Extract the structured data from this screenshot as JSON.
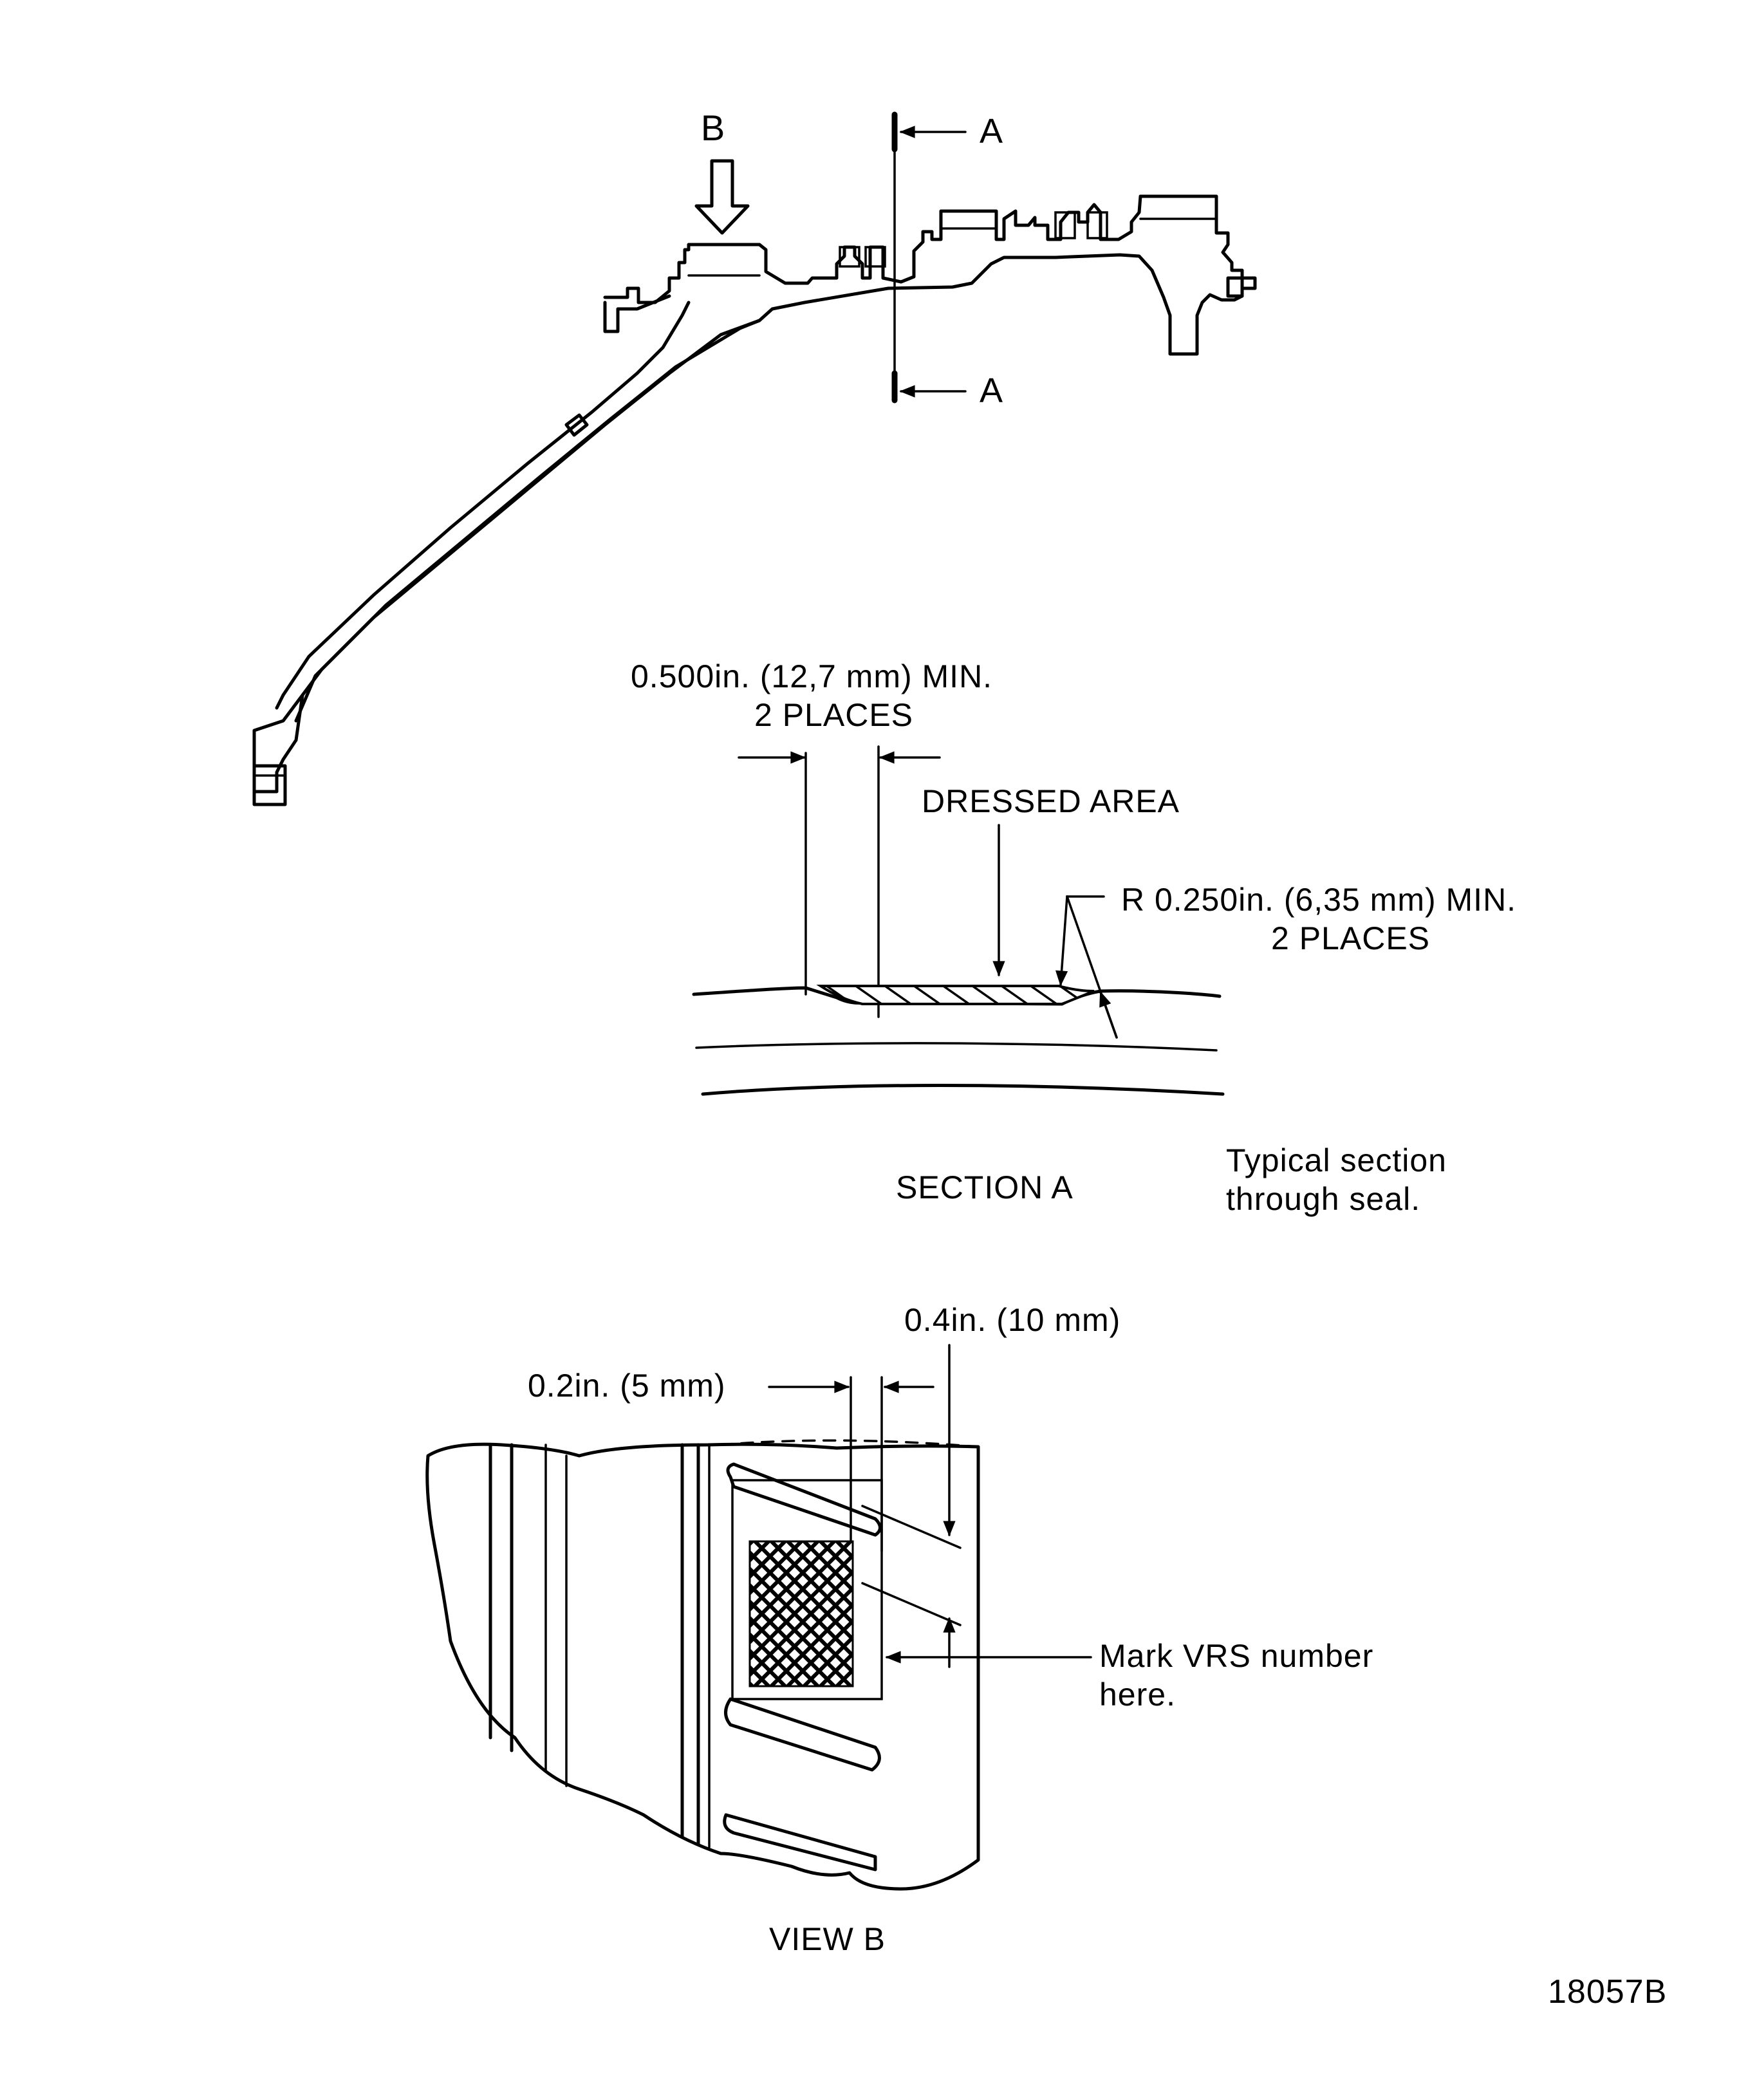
{
  "overview": {
    "view_b_label": "B",
    "section_a_label_top": "A",
    "section_a_label_bottom": "A"
  },
  "section_a": {
    "min_width_line1": "0.500in. (12,7 mm) MIN.",
    "min_width_line2": "2 PLACES",
    "dressed_area": "DRESSED AREA",
    "radius_line1": "R 0.250in. (6,35 mm) MIN.",
    "radius_line2": "2 PLACES",
    "title": "SECTION A",
    "note_line1": "Typical section",
    "note_line2": "through seal."
  },
  "view_b": {
    "dim_0_4": "0.4in. (10 mm)",
    "dim_0_2": "0.2in. (5 mm)",
    "mark_line1": "Mark VRS number",
    "mark_line2": "here.",
    "title": "VIEW B"
  },
  "figure_number": "18057B",
  "colors": {
    "ink": "#000000",
    "paper": "#ffffff"
  }
}
